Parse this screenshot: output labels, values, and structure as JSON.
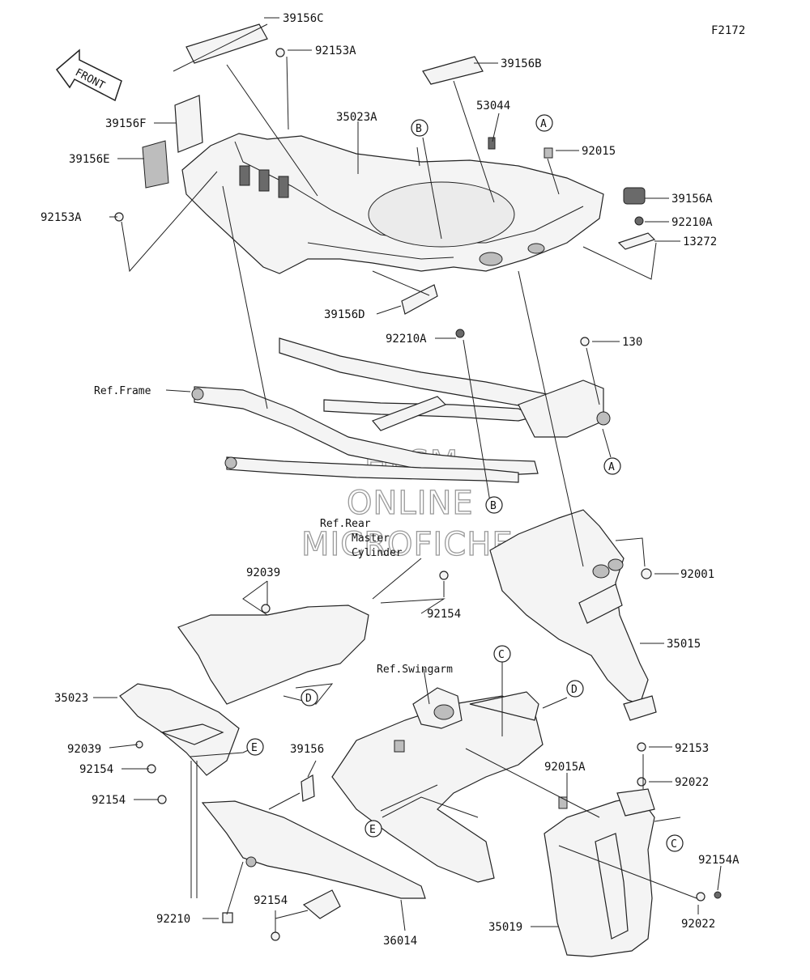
{
  "figure_code": "F2172",
  "front_arrow_text": "FRONT",
  "watermark": [
    "HLSM",
    "ONLINE",
    "MICROFICHE"
  ],
  "part_labels": [
    "39156C",
    "92153A",
    "39156B",
    "53044",
    "92015",
    "39156A",
    "92210A",
    "13272",
    "35023A",
    "39156F",
    "39156E",
    "92153A",
    "39156D",
    "92210A",
    "130",
    "92001",
    "35015",
    "92039",
    "92154",
    "35023",
    "92039",
    "92154",
    "92154",
    "39156",
    "92015A",
    "92153",
    "92022",
    "92154A",
    "92022",
    "35019",
    "92154",
    "92210",
    "36014"
  ],
  "ref_labels": {
    "frame": "Ref.Frame",
    "rear_master_1": "Ref.Rear",
    "rear_master_2": "Master",
    "rear_master_3": "Cylinder",
    "swingarm": "Ref.Swingarm"
  },
  "callouts": [
    "A",
    "B",
    "A",
    "B",
    "C",
    "D",
    "D",
    "E",
    "E",
    "C"
  ]
}
